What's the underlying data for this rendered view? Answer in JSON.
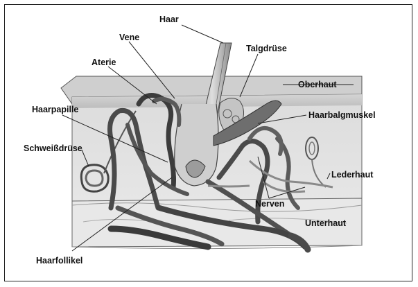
{
  "labels": {
    "haar": "Haar",
    "vene": "Vene",
    "aterie": "Aterie",
    "talgdruese": "Talgdrüse",
    "oberhaut": "Oberhaut",
    "haarpapille": "Haarpapille",
    "haarbalgmuskel": "Haarbalgmuskel",
    "schweissdruese": "Schweißdrüse",
    "lederhaut": "Lederhaut",
    "nerven": "Nerven",
    "unterhaut": "Unterhaut",
    "haarfollikel": "Haarfollikel"
  }
}
